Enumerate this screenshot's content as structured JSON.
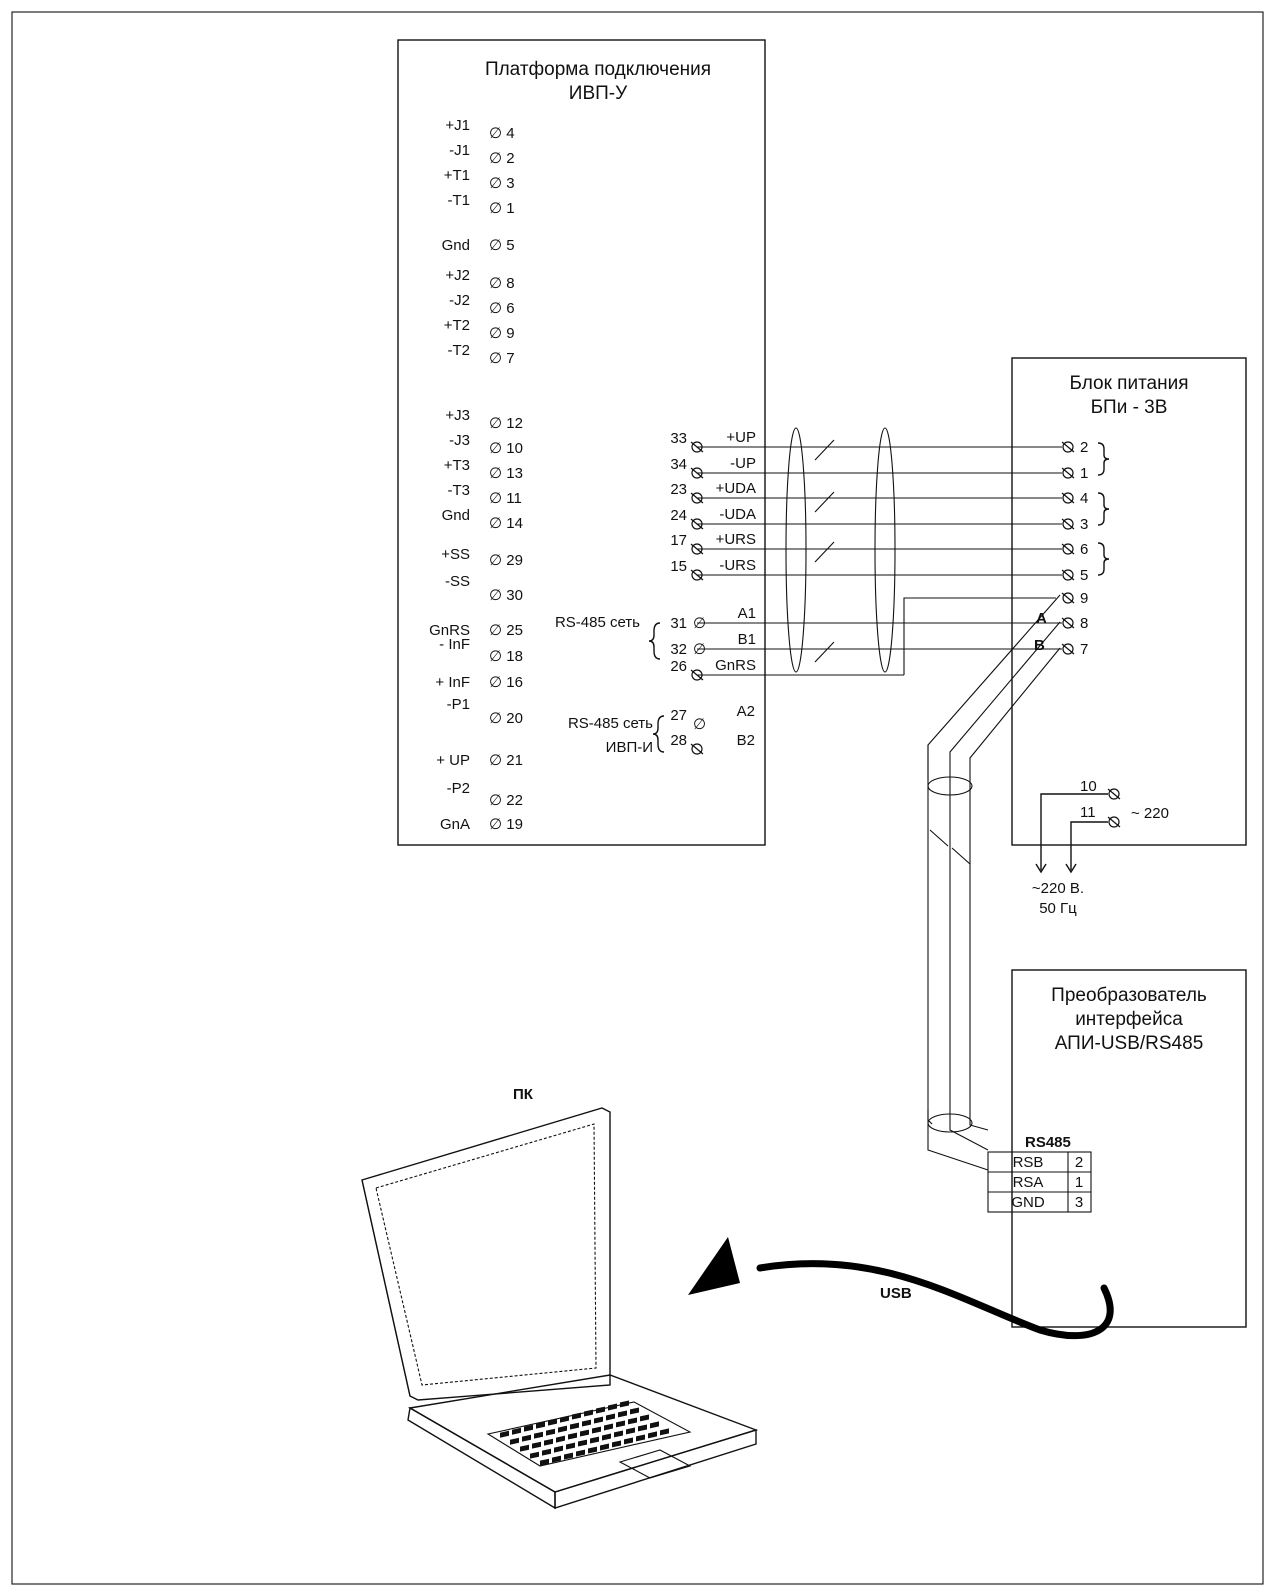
{
  "platform": {
    "title_line1": "Платформа подключения",
    "title_line2": "ИВП-У",
    "left_terminals": [
      {
        "label": "+J1",
        "num": "4"
      },
      {
        "label": "-J1",
        "num": "2"
      },
      {
        "label": "+T1",
        "num": "3"
      },
      {
        "label": "-T1",
        "num": "1"
      },
      {
        "label": "Gnd",
        "num": "5"
      },
      {
        "label": "+J2",
        "num": "8"
      },
      {
        "label": "-J2",
        "num": "6"
      },
      {
        "label": "+T2",
        "num": "9"
      },
      {
        "label": "-T2",
        "num": "7"
      },
      {
        "label": "+J3",
        "num": "12"
      },
      {
        "label": "-J3",
        "num": "10"
      },
      {
        "label": "+T3",
        "num": "13"
      },
      {
        "label": "-T3",
        "num": "11"
      },
      {
        "label": "Gnd",
        "num": "14"
      },
      {
        "label": "+SS",
        "num": "29"
      },
      {
        "label": "-SS",
        "num": "30"
      },
      {
        "label": "GnRS",
        "num": "25"
      },
      {
        "label": "- InF",
        "num": "18"
      },
      {
        "label": "+ InF",
        "num": "16"
      },
      {
        "label": "-P1",
        "num": "20"
      },
      {
        "label": "+ UP",
        "num": "21"
      },
      {
        "label": "-P2",
        "num": "22"
      },
      {
        "label": "GnA",
        "num": "19"
      }
    ],
    "right_terminals": [
      {
        "num": "33",
        "signal": "+UP"
      },
      {
        "num": "34",
        "signal": "-UP"
      },
      {
        "num": "23",
        "signal": "+UDA"
      },
      {
        "num": "24",
        "signal": "-UDA"
      },
      {
        "num": "17",
        "signal": "+URS"
      },
      {
        "num": "15",
        "signal": "-URS"
      },
      {
        "num": "31",
        "signal": "A1"
      },
      {
        "num": "32",
        "signal": "B1"
      },
      {
        "num": "26",
        "signal": "GnRS"
      },
      {
        "num": "27",
        "signal": "A2"
      },
      {
        "num": "28",
        "signal": "B2"
      }
    ],
    "rs485_net_label": "RS-485 сеть",
    "rs485_ivp_label_line1": "RS-485 сеть",
    "rs485_ivp_label_line2": "ИВП-И",
    "terminal_symbol": "∅"
  },
  "psu": {
    "title_line1": "Блок питания",
    "title_line2": "БПи - 3В",
    "terminals": [
      "2",
      "1",
      "4",
      "3",
      "6",
      "5",
      "9",
      "8",
      "7"
    ],
    "a_label": "A",
    "b_label": "B",
    "mains_terminals": [
      "10",
      "11"
    ],
    "mains_label": "~ 220",
    "supply_line1": "~220 В.",
    "supply_line2": "50 Гц"
  },
  "converter": {
    "title_line1": "Преобразователь",
    "title_line2": "интерфейса",
    "title_line3": "АПИ-USB/RS485",
    "port_title": "RS485",
    "pins": [
      {
        "name": "RSB",
        "num": "2"
      },
      {
        "name": "RSA",
        "num": "1"
      },
      {
        "name": "GND",
        "num": "3"
      }
    ]
  },
  "pc_label": "ПК",
  "usb_label": "USB"
}
